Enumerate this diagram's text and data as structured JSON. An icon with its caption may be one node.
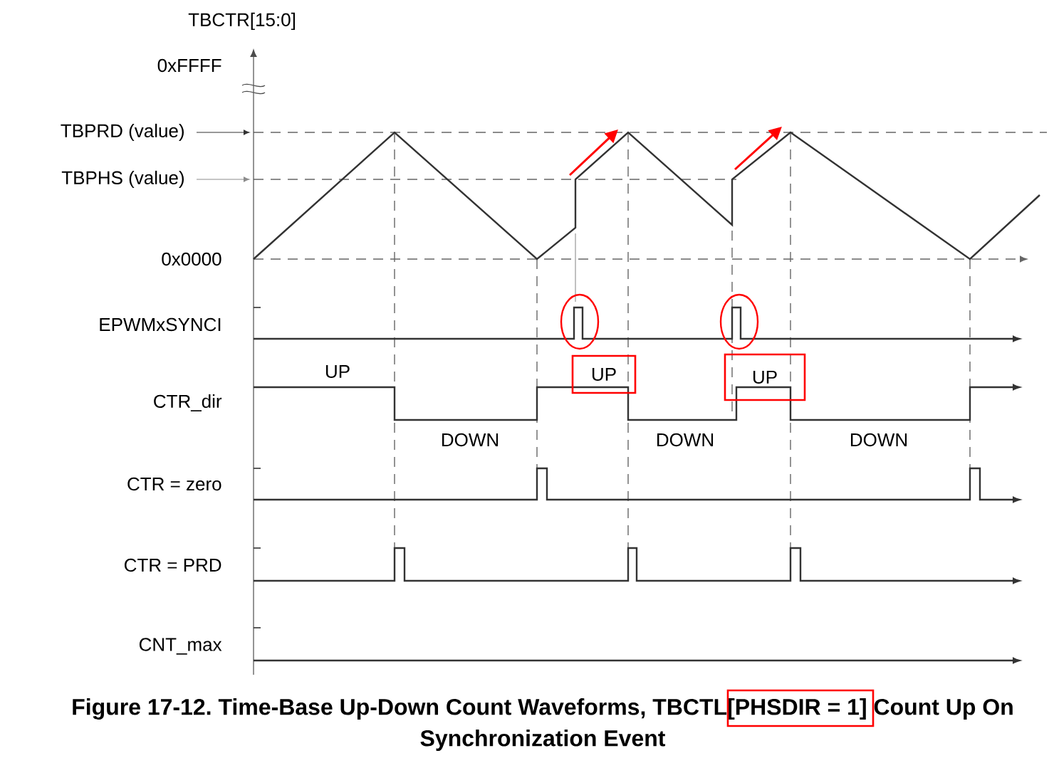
{
  "diagram": {
    "caption": "Figure 17-12. Time-Base Up-Down Count Waveforms, TBCTL[PHSDIR = 1] Count Up On Synchronization Event",
    "nodes": [
      {
        "text": [
          "UP"
        ]
      },
      {
        "text": [
          "UP"
        ]
      }
    ],
    "labels": [
      "TBCTR[15:0]",
      "0xFFFF",
      "TBPRD (value)",
      "TBPHS (value)",
      "0x0000",
      "EPWMxSYNCI",
      "UP",
      "CTR_dir",
      "DOWN",
      "DOWN",
      "DOWN",
      "CTR = zero",
      "CTR = PRD",
      "CNT_max"
    ]
  }
}
